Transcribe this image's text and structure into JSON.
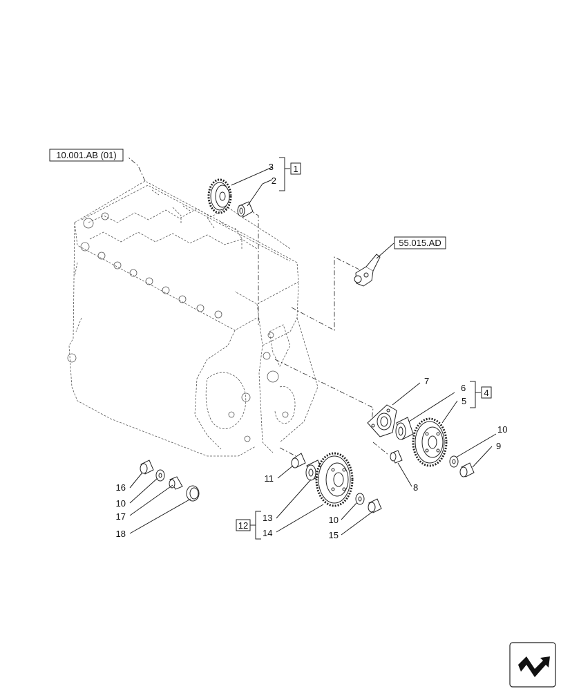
{
  "references": {
    "ref_10001": "10.001.AB (01)",
    "ref_55015": "55.015.AD"
  },
  "groups": {
    "g1": "1",
    "g4": "4",
    "g12": "12"
  },
  "callouts": {
    "c3": "3",
    "c2": "2",
    "c7": "7",
    "c6": "6",
    "c5": "5",
    "c10a": "10",
    "c9": "9",
    "c8": "8",
    "c11": "11",
    "c16": "16",
    "c10b": "10",
    "c17": "17",
    "c18": "18",
    "c13": "13",
    "c14": "14",
    "c10c": "10",
    "c15": "15"
  },
  "icons": {
    "nav": "next-page-arrow-icon"
  }
}
